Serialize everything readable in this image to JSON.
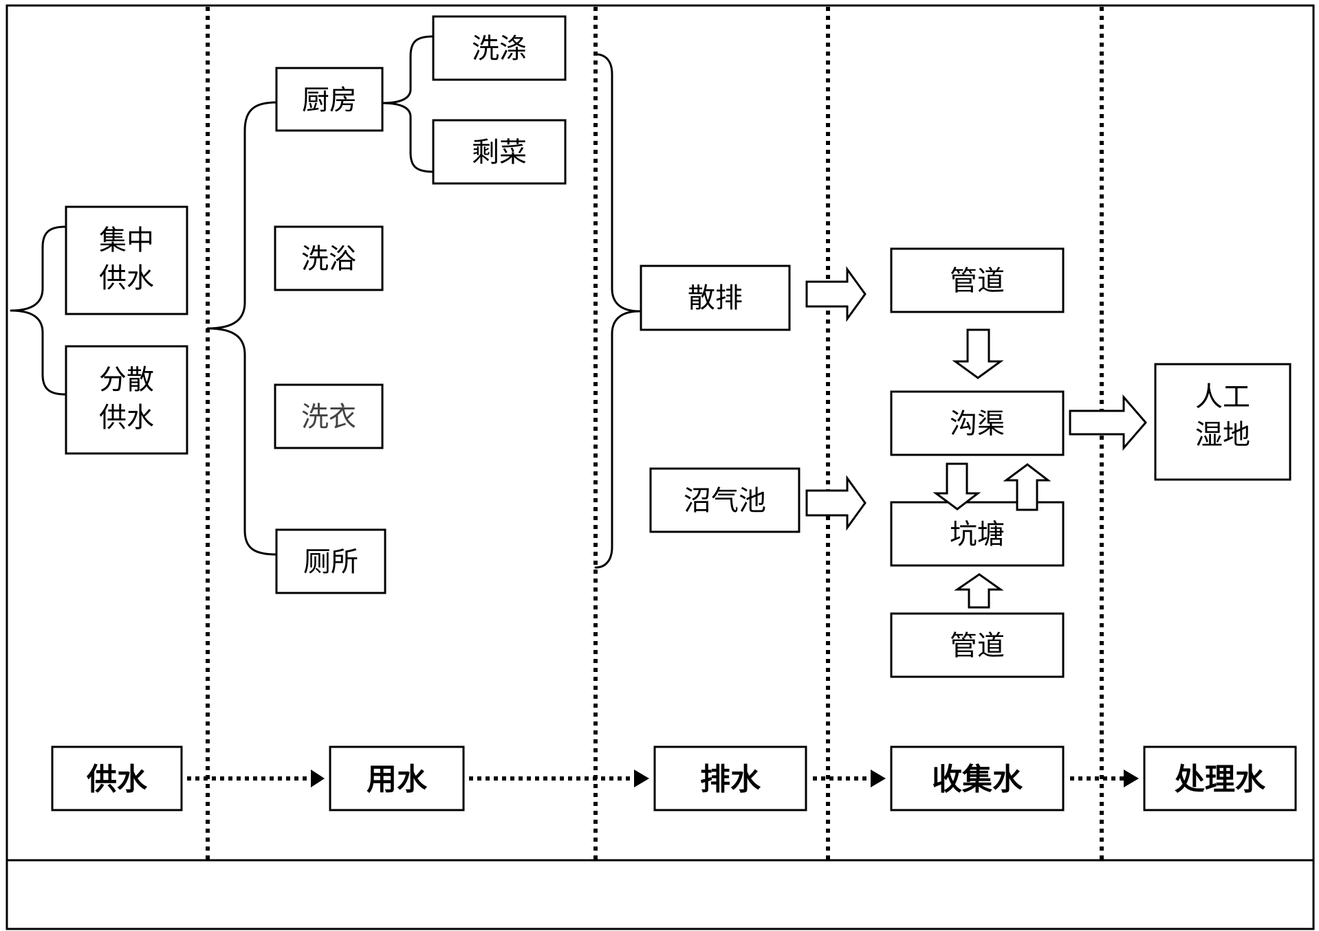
{
  "supply": {
    "centralized": [
      "集中",
      "供水"
    ],
    "dispersed": [
      "分散",
      "供水"
    ]
  },
  "usage": {
    "kitchen": "厨房",
    "washing_dishes": "洗涤",
    "leftovers": "剩菜",
    "bathing": "洗浴",
    "laundry": "洗衣",
    "toilet": "厕所"
  },
  "drainage": {
    "scattered": "散排",
    "biogas": "沼气池"
  },
  "collection": {
    "pipe_top": "管道",
    "ditch": "沟渠",
    "pond": "坑塘",
    "pipe_bottom": "管道"
  },
  "treatment": {
    "wetland": [
      "人工",
      "湿地"
    ]
  },
  "stages": [
    "供水",
    "用水",
    "排水",
    "收集水",
    "处理水"
  ]
}
